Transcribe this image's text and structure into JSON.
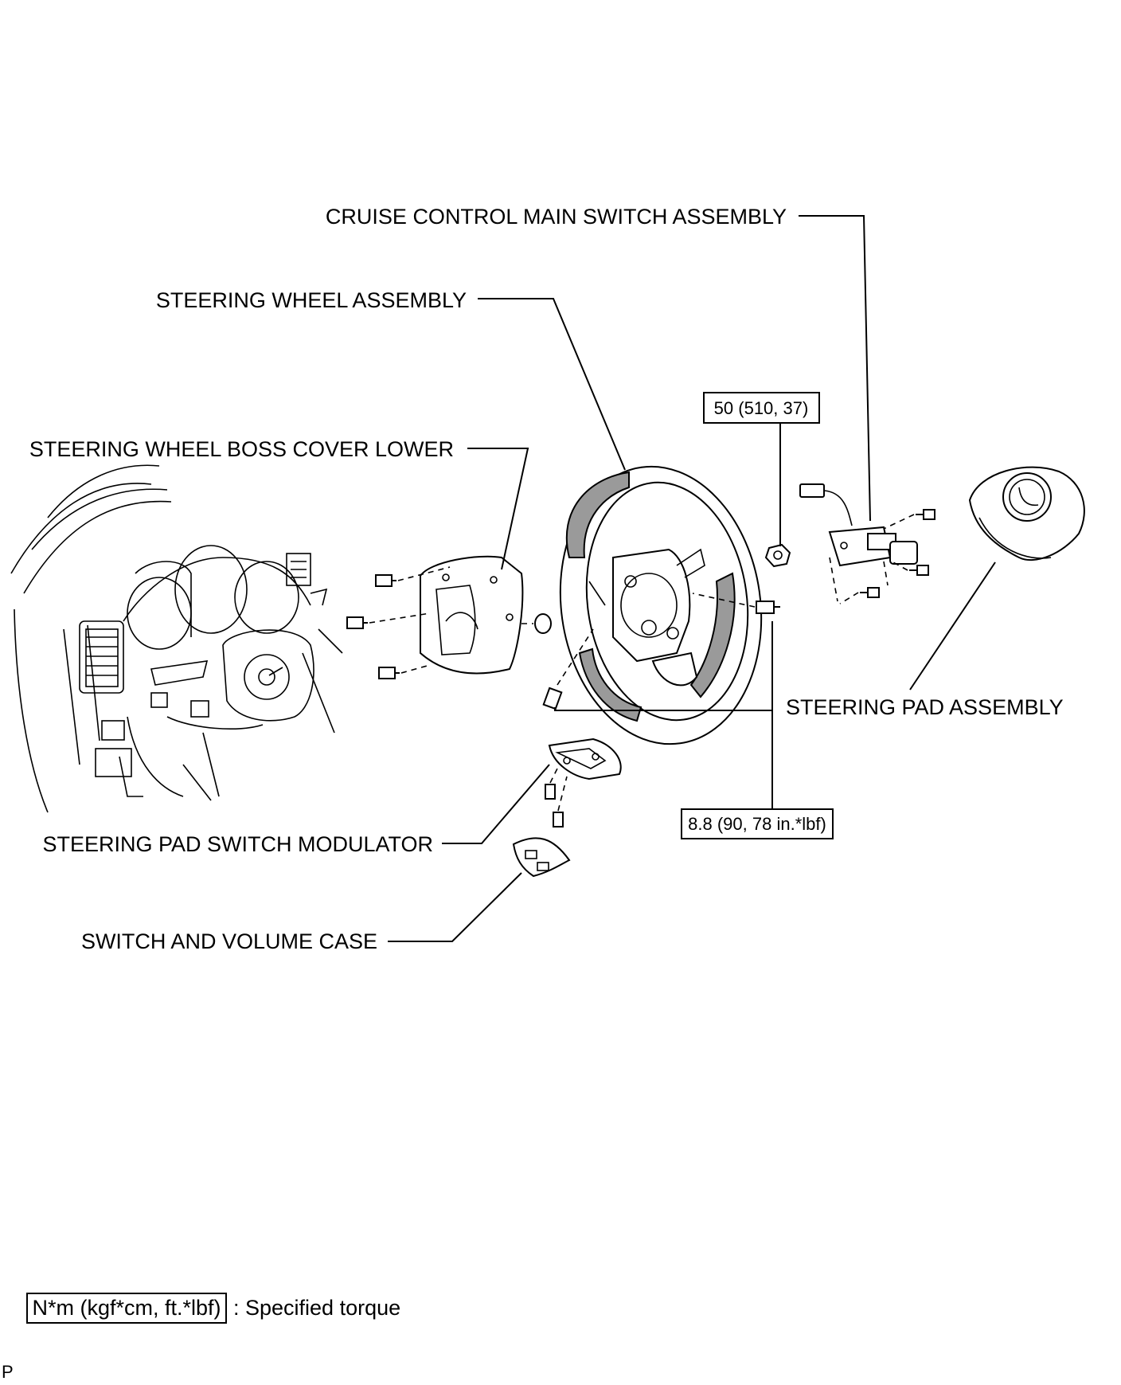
{
  "labels": {
    "cruise_control_main_switch": "CRUISE CONTROL MAIN SWITCH ASSEMBLY",
    "steering_wheel_assembly": "STEERING WHEEL ASSEMBLY",
    "steering_wheel_boss_cover_lower": "STEERING WHEEL BOSS COVER LOWER",
    "steering_pad_assembly": "STEERING PAD ASSEMBLY",
    "steering_pad_switch_modulator": "STEERING PAD SWITCH MODULATOR",
    "switch_and_volume_case": "SWITCH AND VOLUME CASE"
  },
  "torques": {
    "nut_torque": "50 (510, 37)",
    "bolt_torque": "8.8 (90, 78 in.*lbf)"
  },
  "legend": {
    "unit_box": "N*m (kgf*cm, ft.*lbf)",
    "description": ": Specified torque"
  },
  "corner_mark": "P"
}
